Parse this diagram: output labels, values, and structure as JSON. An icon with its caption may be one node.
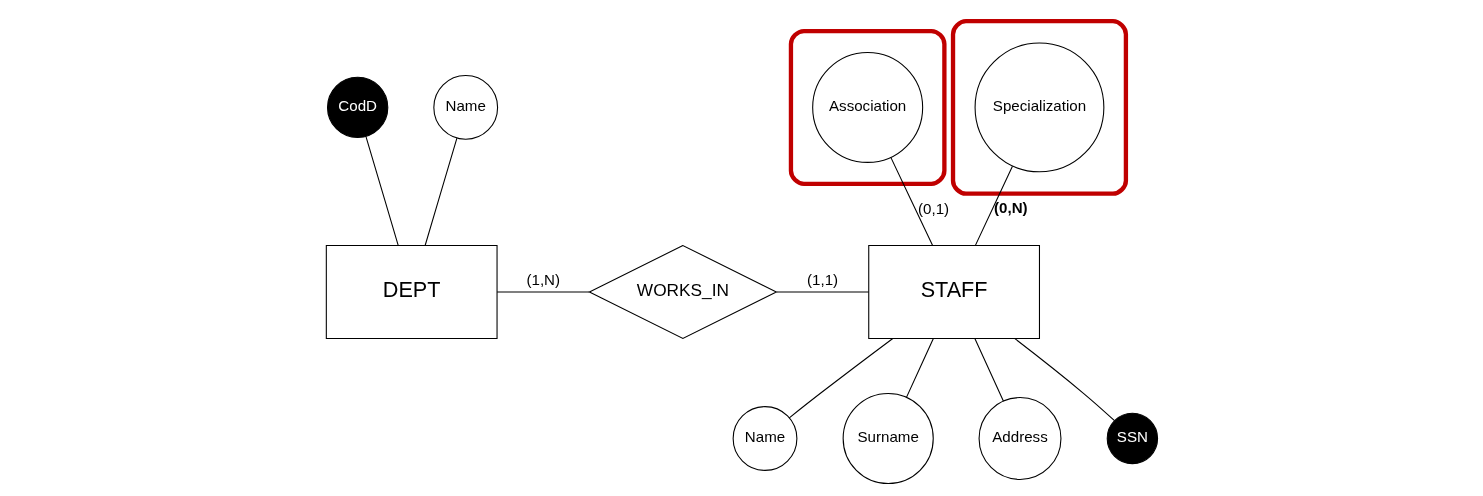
{
  "diagram": {
    "nodes": [
      {
        "text": [
          "DEPT"
        ]
      },
      {
        "text": [
          "WORKS_IN"
        ]
      },
      {
        "text": [
          "STAFF"
        ]
      },
      {
        "text": [
          "CodD"
        ]
      },
      {
        "text": [
          "Name"
        ]
      },
      {
        "text": [],
        "shape": "ellipse"
      },
      {
        "text": [
          "Association"
        ],
        "in": 5
      },
      {
        "text": [],
        "shape": "ellipse"
      },
      {
        "text": [
          "Specialization"
        ],
        "in": 7
      },
      {
        "text": [
          "Name"
        ]
      },
      {
        "text": [
          "Surname"
        ]
      },
      {
        "text": [
          "Address"
        ]
      },
      {
        "text": [
          "SSN"
        ]
      }
    ],
    "edges": [
      {
        "from": 0,
        "to": 1,
        "arrow": "none",
        "label": "(1,N)"
      },
      {
        "from": 1,
        "to": 2,
        "arrow": "none",
        "label": "(1,1)"
      },
      {
        "from": 3,
        "to": 0,
        "arrow": "none"
      },
      {
        "from": 4,
        "to": 0,
        "arrow": "none"
      },
      {
        "from": 6,
        "to": 2,
        "arrow": "none",
        "label": "(0,1)"
      },
      {
        "from": 8,
        "to": 2,
        "arrow": "none",
        "label": "(0,N)"
      },
      {
        "from": 9,
        "to": 2,
        "arrow": "none"
      },
      {
        "from": 10,
        "to": 2,
        "arrow": "none"
      },
      {
        "from": 11,
        "to": 2,
        "arrow": "none"
      },
      {
        "from": 12,
        "to": 2,
        "arrow": "none"
      }
    ]
  }
}
